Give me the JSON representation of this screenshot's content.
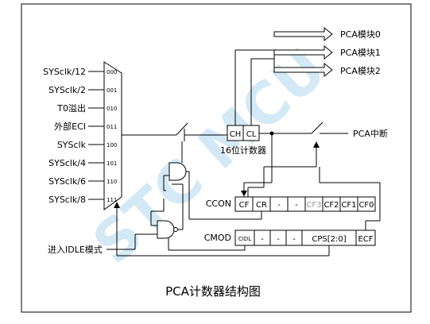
{
  "caption": "PCA计数器结构图",
  "watermark": "STC MCU",
  "mux_inputs": [
    {
      "label": "SYSclk/12",
      "code": "000"
    },
    {
      "label": "SYSclk/2",
      "code": "001"
    },
    {
      "label": "T0溢出",
      "code": "010"
    },
    {
      "label": "外部ECI",
      "code": "011"
    },
    {
      "label": "SYSclk",
      "code": "100"
    },
    {
      "label": "SYSclk/4",
      "code": "101"
    },
    {
      "label": "SYSclk/6",
      "code": "110"
    },
    {
      "label": "SYSclk/8",
      "code": "111"
    }
  ],
  "counter": {
    "high": "CH",
    "low": "CL",
    "label": "16位计数器"
  },
  "outputs": [
    "PCA模块0",
    "PCA模块1",
    "PCA模块2"
  ],
  "interrupt_label": "PCA中断",
  "ccon": {
    "name": "CCON",
    "bits": [
      {
        "text": "CF",
        "dim": false
      },
      {
        "text": "CR",
        "dim": false
      },
      {
        "text": "-",
        "dim": false
      },
      {
        "text": "-",
        "dim": false
      },
      {
        "text": "CF3",
        "dim": true
      },
      {
        "text": "CF2",
        "dim": false
      },
      {
        "text": "CF1",
        "dim": false
      },
      {
        "text": "CF0",
        "dim": false
      }
    ]
  },
  "cmod": {
    "name": "CMOD",
    "bits": [
      "CIDL",
      "-",
      "-",
      "-",
      "CPS[2:0]",
      "ECF"
    ]
  },
  "idle_label": "进入IDLE模式"
}
